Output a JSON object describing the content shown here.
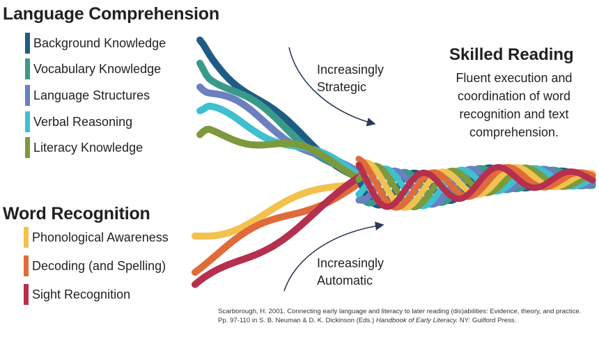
{
  "language_comprehension": {
    "title": "Language Comprehension",
    "items": [
      {
        "label": "Background Knowledge",
        "color": "#1f5c85"
      },
      {
        "label": "Vocabulary Knowledge",
        "color": "#3a9a8a"
      },
      {
        "label": "Language Structures",
        "color": "#6b7fc1"
      },
      {
        "label": "Verbal Reasoning",
        "color": "#3ec0cf"
      },
      {
        "label": "Literacy Knowledge",
        "color": "#7c9a3c"
      }
    ]
  },
  "word_recognition": {
    "title": "Word Recognition",
    "items": [
      {
        "label": "Phonological Awareness",
        "color": "#f2c24e"
      },
      {
        "label": "Decoding (and Spelling)",
        "color": "#e06b3a"
      },
      {
        "label": "Sight Recognition",
        "color": "#b5304e"
      }
    ]
  },
  "arrows": {
    "strategic": {
      "line1": "Increasingly",
      "line2": "Strategic"
    },
    "automatic": {
      "line1": "Increasingly",
      "line2": "Automatic"
    }
  },
  "skilled_reading": {
    "title": "Skilled Reading",
    "line1": "Fluent execution and",
    "line2": "coordination of word",
    "line3": "recognition and text",
    "line4": "comprehension."
  },
  "citation": {
    "prefix": "Scarborough, H. 2001. Connecting early language and literacy to later reading (dis)abilities: Evidence, theory, and practice. Pp. 97-110 in S. B. Neuman & D. K. Dickinson (Eds.)",
    "book": "Handbook of Early Literacy.",
    "suffix": "NY: Guilford Press."
  }
}
